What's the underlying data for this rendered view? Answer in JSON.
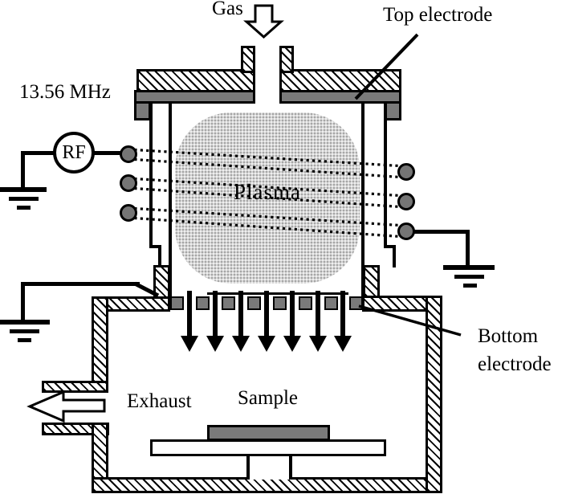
{
  "diagram": {
    "labels": {
      "gas": "Gas",
      "top_electrode": "Top electrode",
      "frequency": "13.56 MHz",
      "rf": "RF",
      "plasma": "Plasma",
      "bottom_electrode": "Bottom electrode",
      "exhaust": "Exhaust",
      "sample": "Sample"
    },
    "colors": {
      "electrode_gray": "#7a7a7a",
      "coil_gray": "#757575",
      "plasma_stipple_gray": "#d6d6d6",
      "outline_black": "#000000"
    },
    "icons": {
      "gas_inlet_arrow": "hollow-down-arrow",
      "exhaust_arrow": "hollow-left-arrow",
      "ion_flux_arrow": "solid-down-arrow",
      "ground_symbol": "earth-ground",
      "rf_source": "rf-generator-circle",
      "coil_turn": "coil-cross-section-dot"
    }
  }
}
